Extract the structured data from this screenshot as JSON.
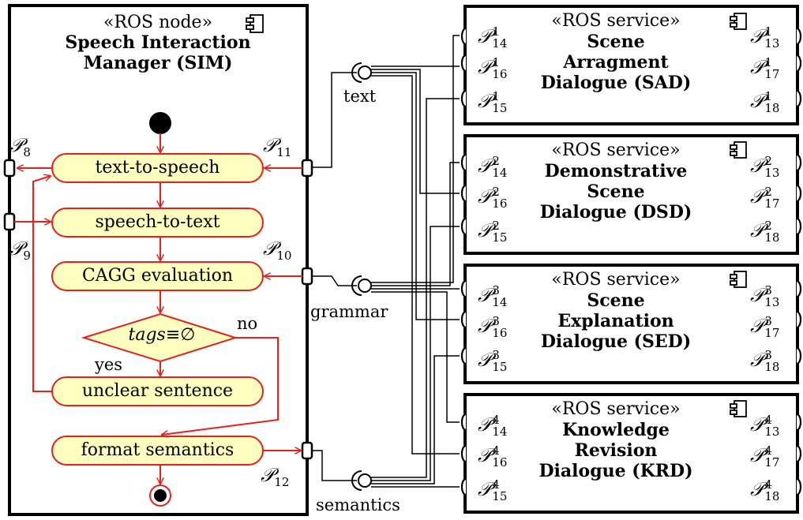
{
  "sim": {
    "stereotype": "«ROS node»",
    "name_line1": "Speech Interaction",
    "name_line2": "Manager (SIM)",
    "component_icon": "component-icon",
    "activities": {
      "tts": "text-to-speech",
      "stt": "speech-to-text",
      "cagg": "CAGG evaluation",
      "unclear": "unclear sentence",
      "format": "format semantics"
    },
    "decision": {
      "tags": "tags",
      "cond": "≡∅",
      "no": "no",
      "yes": "yes"
    },
    "ports": {
      "p8": "8",
      "p9": "9",
      "p10": "10",
      "p11": "11",
      "p12": "12",
      "P": "𝒫"
    }
  },
  "interfaces": {
    "text": "text",
    "grammar": "grammar",
    "semantics": "semantics"
  },
  "services": [
    {
      "stereotype": "«ROS service»",
      "lines": [
        "Scene",
        "Arragment",
        "Dialogue (SAD)"
      ],
      "sup": "1"
    },
    {
      "stereotype": "«ROS service»",
      "lines": [
        "Demonstrative",
        "Scene",
        "Dialogue (DSD)"
      ],
      "sup": "2"
    },
    {
      "stereotype": "«ROS service»",
      "lines": [
        "Scene",
        "Explanation",
        "Dialogue (SED)"
      ],
      "sup": "3"
    },
    {
      "stereotype": "«ROS service»",
      "lines": [
        "Knowledge",
        "Revision",
        "Dialogue (KRD)"
      ],
      "sup": "4"
    }
  ],
  "service_ports": {
    "l1": "14",
    "l2": "16",
    "l3": "15",
    "r1": "13",
    "r2": "17",
    "r3": "18"
  },
  "colors": {
    "activity_fill": "#ffffc0",
    "activity_stroke": "#e8201c",
    "line": "#000000"
  }
}
